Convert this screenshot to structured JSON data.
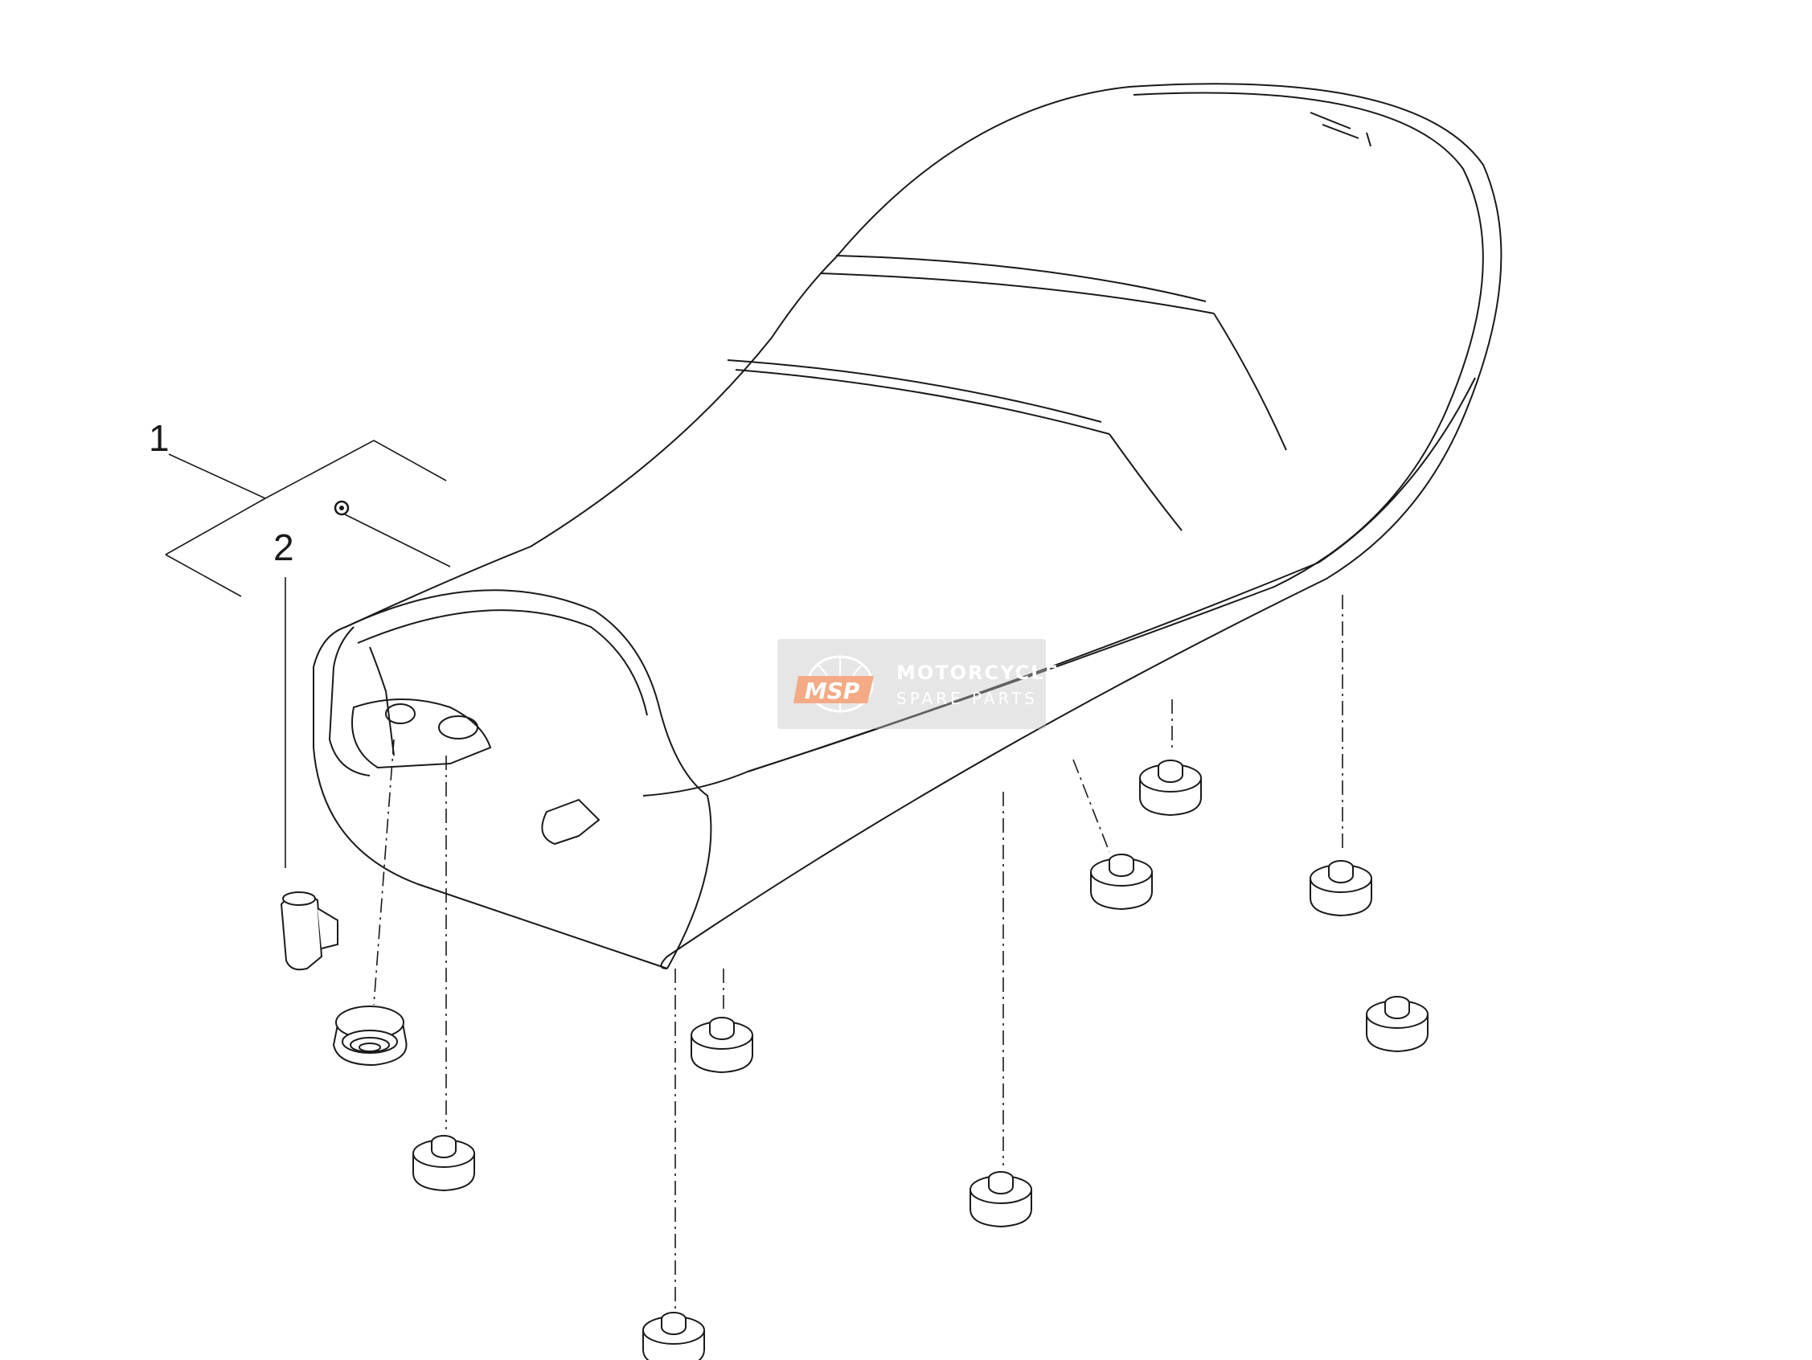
{
  "callouts": {
    "item_1": "1",
    "item_2": "2"
  },
  "watermark": {
    "logo_text": "MSP",
    "line1": "MOTORCYCLE",
    "line2": "SPARE PARTS",
    "logo_color": "#f4a37a"
  },
  "colors": {
    "line": "#1a1a1a",
    "background": "#ffffff"
  }
}
